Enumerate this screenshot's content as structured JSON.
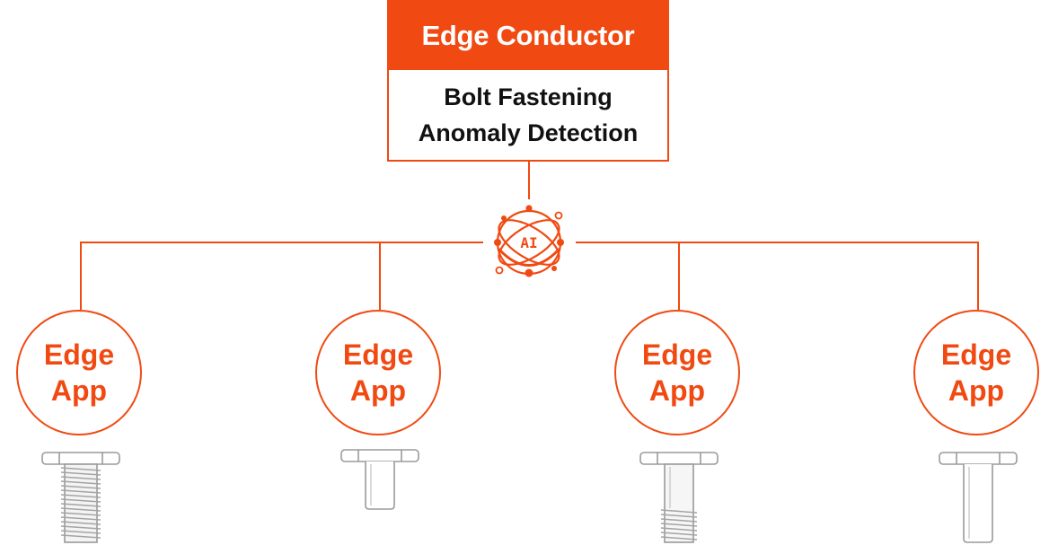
{
  "conductor": {
    "title": "Edge Conductor",
    "subtitle_line1": "Bolt Fastening",
    "subtitle_line2": "Anomaly Detection"
  },
  "hub": {
    "label": "AI",
    "icon": "ai-atom-icon"
  },
  "apps": [
    {
      "line1": "Edge",
      "line2": "App",
      "bolt": "fully-threaded-bolt"
    },
    {
      "line1": "Edge",
      "line2": "App",
      "bolt": "short-unthreaded-bolt"
    },
    {
      "line1": "Edge",
      "line2": "App",
      "bolt": "partially-threaded-bolt"
    },
    {
      "line1": "Edge",
      "line2": "App",
      "bolt": "long-unthreaded-bolt"
    }
  ],
  "colors": {
    "accent": "#f04a12",
    "text": "#111111",
    "bolt_stroke": "#9a9a9a"
  }
}
